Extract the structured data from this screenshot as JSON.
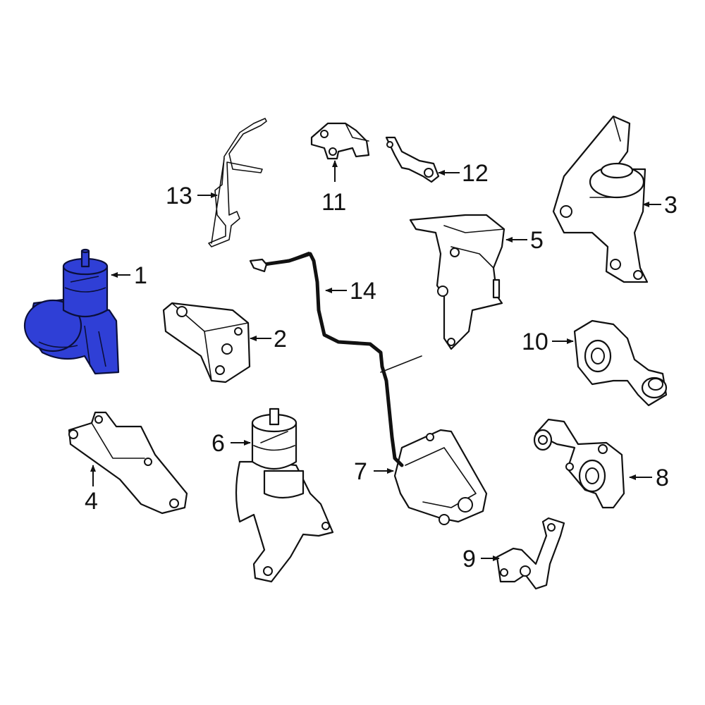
{
  "diagram": {
    "highlight_color": "#2f3fd6",
    "highlighted_part": "1",
    "callouts": {
      "c1": "1",
      "c2": "2",
      "c3": "3",
      "c4": "4",
      "c5": "5",
      "c6": "6",
      "c7": "7",
      "c8": "8",
      "c9": "9",
      "c10": "10",
      "c11": "11",
      "c12": "12",
      "c13": "13",
      "c14": "14"
    }
  }
}
